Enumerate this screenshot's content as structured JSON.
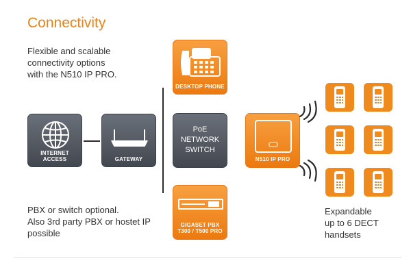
{
  "title": "Connectivity",
  "description": "Flexible and scalable\nconnectivity options\nwith the N510 IP PRO.",
  "nodes": {
    "internet": "INTERNET ACCESS",
    "gateway": "GATEWAY",
    "desktop_phone": "DESKTOP PHONE",
    "switch": "PoE\nNETWORK\nSWITCH",
    "pbx": "GIGASET PBX\nT300 / T500 PRO",
    "base": "N510 IP PRO"
  },
  "note_left": "PBX or switch optional.\nAlso 3rd party PBX or hostet IP\npossible",
  "note_right": "Expandable\nup to 6 DECT\nhandsets",
  "colors": {
    "accent": "#e8831a",
    "dark_box": "#4e535b"
  },
  "icons": [
    "globe-icon",
    "router-icon",
    "desk-phone-icon",
    "pbx-icon",
    "base-station-icon",
    "wireless-signal-icon",
    "dect-handset-icon"
  ],
  "handset_count": 6
}
